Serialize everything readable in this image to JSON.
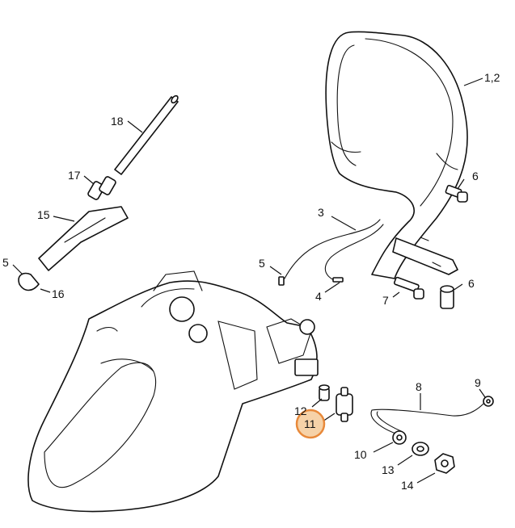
{
  "callouts": {
    "c12": "1,2",
    "c3": "3",
    "c4": "4",
    "c5a": "5",
    "c5b": "5",
    "c6a": "6",
    "c6b": "6",
    "c7": "7",
    "c8": "8",
    "c9": "9",
    "c10": "10",
    "c11": "11",
    "c12b": "12",
    "c13": "13",
    "c14": "14",
    "c15": "15",
    "c16": "16",
    "c17": "17",
    "c18": "18"
  },
  "colors": {
    "line": "#111111",
    "highlight_fill": "#f6d2a8",
    "highlight_stroke": "#e8893a"
  }
}
